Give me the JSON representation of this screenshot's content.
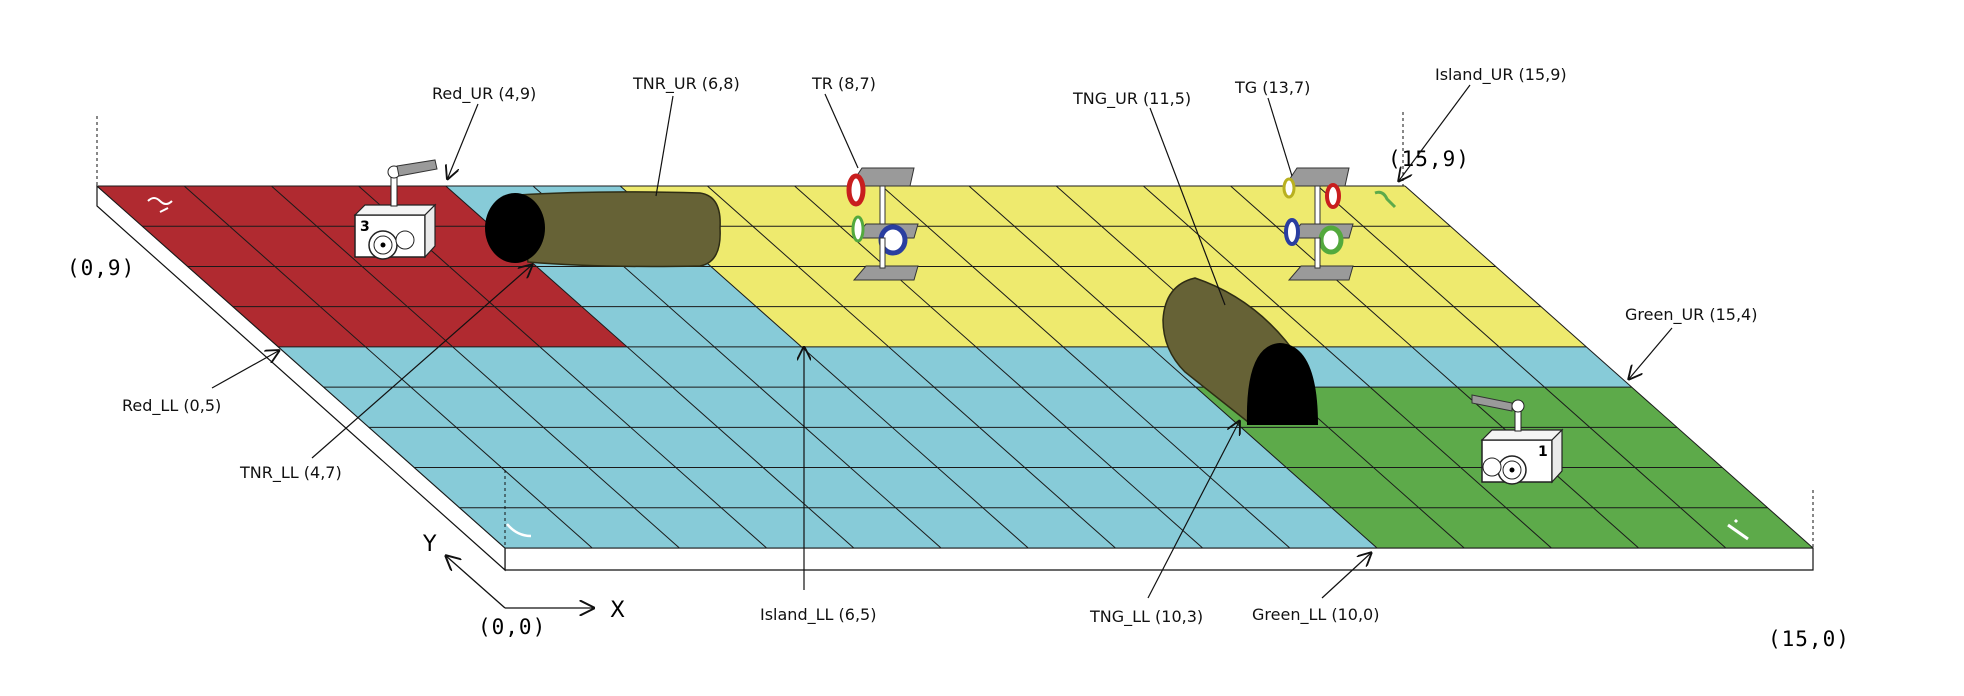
{
  "diagram": {
    "grid": {
      "cols": 15,
      "rows": 9
    },
    "colors": {
      "red": "#B02A30",
      "blue": "#87CBD8",
      "yellow": "#EEEA6E",
      "green": "#5DAA4A",
      "tunnel": "#666236",
      "grid_line": "#1a1a1a"
    },
    "corner_labels": {
      "origin": "(0,0)",
      "top_left": "(0,9)",
      "top_right": "(15,9)",
      "bottom_right": "(15,0)"
    },
    "axis_labels": {
      "x": "X",
      "y": "Y"
    },
    "annotations": {
      "red_ur": "Red_UR (4,9)",
      "tnr_ur": "TNR_UR (6,8)",
      "tr": "TR (8,7)",
      "tng_ur": "TNG_UR (11,5)",
      "tg": "TG (13,7)",
      "island_ur": "Island_UR (15,9)",
      "green_ur": "Green_UR (15,4)",
      "red_ll": "Red_LL (0,5)",
      "tnr_ll": "TNR_LL (4,7)",
      "island_ll": "Island_LL (6,5)",
      "tng_ll": "TNG_LL (10,3)",
      "green_ll": "Green_LL (10,0)"
    },
    "robots": [
      {
        "id": "robot-3",
        "label": "3"
      },
      {
        "id": "robot-1",
        "label": "1"
      }
    ]
  }
}
